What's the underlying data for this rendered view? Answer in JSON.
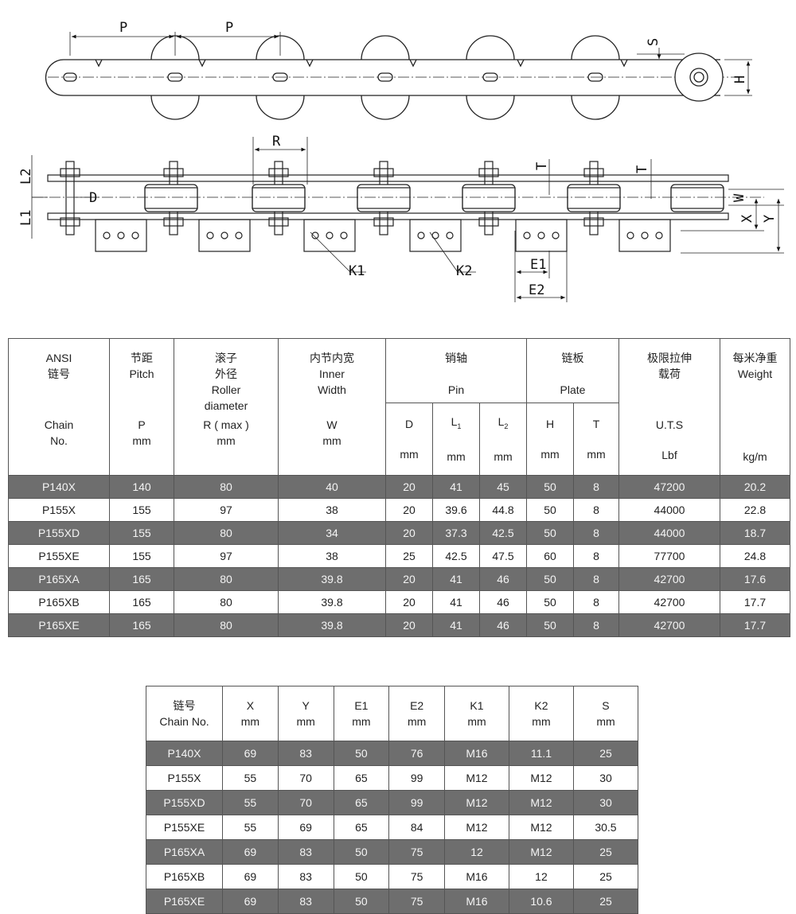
{
  "drawing": {
    "top_view": {
      "labels": {
        "p1": "P",
        "p2": "P",
        "s": "S",
        "h": "H"
      }
    },
    "side_view": {
      "labels": {
        "r": "R",
        "l2": "L2",
        "l1": "L1",
        "d": "D",
        "t1": "T",
        "t2": "T",
        "w": "W",
        "x": "X",
        "y": "Y",
        "k1": "K1",
        "k2": "K2",
        "e1": "E1",
        "e2": "E2"
      }
    }
  },
  "spec_table": {
    "headers": {
      "ansi_cn": "ANSI",
      "ansi_cn2": "链号",
      "chain_en1": "Chain",
      "chain_en2": "No.",
      "pitch_cn": "节距",
      "pitch_en": "Pitch",
      "pitch_sym": "P",
      "pitch_unit": "mm",
      "roller_cn1": "滚子",
      "roller_cn2": "外径",
      "roller_en1": "Roller",
      "roller_en2": "diameter",
      "roller_sym": "R ( max )",
      "roller_unit": "mm",
      "width_cn": "内节内宽",
      "width_en1": "Inner",
      "width_en2": "Width",
      "width_sym": "W",
      "width_unit": "mm",
      "pin_cn": "销轴",
      "pin_en": "Pin",
      "pin_d": "D",
      "pin_l1": "L",
      "pin_l1_sub": "1",
      "pin_l2": "L",
      "pin_l2_sub": "2",
      "plate_cn": "链板",
      "plate_en": "Plate",
      "plate_h": "H",
      "plate_t": "T",
      "uts_cn1": "极限拉伸",
      "uts_cn2": "载荷",
      "uts_sym": "U.T.S",
      "uts_unit": "Lbf",
      "weight_cn": "每米净重",
      "weight_en": "Weight",
      "weight_unit": "kg/m",
      "mm": "mm"
    },
    "rows": [
      [
        "P140X",
        "140",
        "80",
        "40",
        "20",
        "41",
        "45",
        "50",
        "8",
        "47200",
        "20.2"
      ],
      [
        "P155X",
        "155",
        "97",
        "38",
        "20",
        "39.6",
        "44.8",
        "50",
        "8",
        "44000",
        "22.8"
      ],
      [
        "P155XD",
        "155",
        "80",
        "34",
        "20",
        "37.3",
        "42.5",
        "50",
        "8",
        "44000",
        "18.7"
      ],
      [
        "P155XE",
        "155",
        "97",
        "38",
        "25",
        "42.5",
        "47.5",
        "60",
        "8",
        "77700",
        "24.8"
      ],
      [
        "P165XA",
        "165",
        "80",
        "39.8",
        "20",
        "41",
        "46",
        "50",
        "8",
        "42700",
        "17.6"
      ],
      [
        "P165XB",
        "165",
        "80",
        "39.8",
        "20",
        "41",
        "46",
        "50",
        "8",
        "42700",
        "17.7"
      ],
      [
        "P165XE",
        "165",
        "80",
        "39.8",
        "20",
        "41",
        "46",
        "50",
        "8",
        "42700",
        "17.7"
      ]
    ]
  },
  "dim_table": {
    "headers": {
      "chain_cn": "链号",
      "chain_en": "Chain No.",
      "x": "X",
      "y": "Y",
      "e1": "E1",
      "e2": "E2",
      "k1": "K1",
      "k2": "K2",
      "s": "S",
      "unit": "mm"
    },
    "rows": [
      [
        "P140X",
        "69",
        "83",
        "50",
        "76",
        "M16",
        "11.1",
        "25"
      ],
      [
        "P155X",
        "55",
        "70",
        "65",
        "99",
        "M12",
        "M12",
        "30"
      ],
      [
        "P155XD",
        "55",
        "70",
        "65",
        "99",
        "M12",
        "M12",
        "30"
      ],
      [
        "P155XE",
        "55",
        "69",
        "65",
        "84",
        "M12",
        "M12",
        "30.5"
      ],
      [
        "P165XA",
        "69",
        "83",
        "50",
        "75",
        "12",
        "M12",
        "25"
      ],
      [
        "P165XB",
        "69",
        "83",
        "50",
        "75",
        "M16",
        "12",
        "25"
      ],
      [
        "P165XE",
        "69",
        "83",
        "50",
        "75",
        "M16",
        "10.6",
        "25"
      ]
    ]
  },
  "colors": {
    "shaded_row": "#6e6e6e",
    "line": "#222222",
    "border": "#555555"
  }
}
